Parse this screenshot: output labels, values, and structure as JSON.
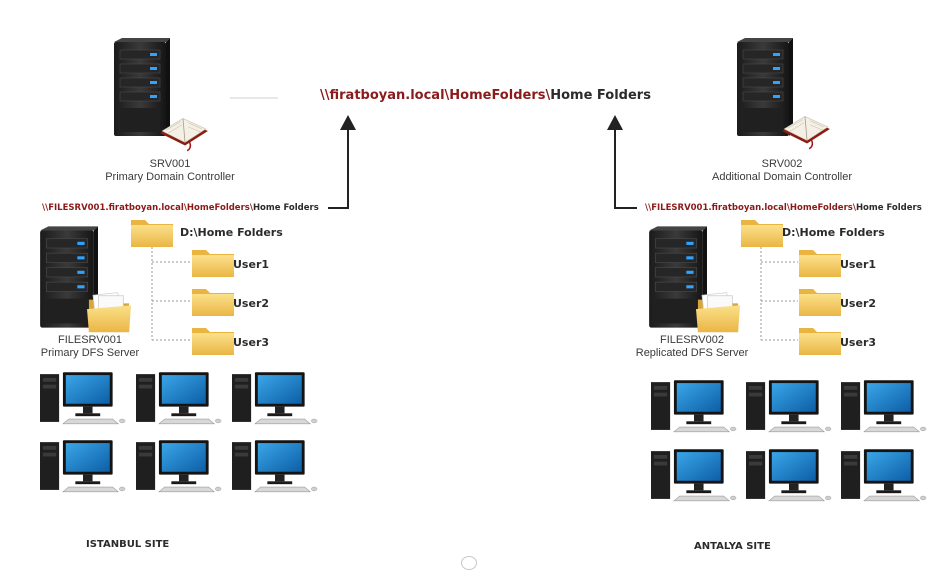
{
  "top_path": {
    "part1": "\\\\firatboyan.local\\HomeFolders\\",
    "part2": "Home Folders"
  },
  "srv001": {
    "name": "SRV001",
    "role": "Primary Domain Controller"
  },
  "srv002": {
    "name": "SRV002",
    "role": "Additional Domain Controller"
  },
  "left_share": {
    "part1": "\\\\FILESRV001.firatboyan.local\\HomeFolders\\",
    "part2": "Home Folders"
  },
  "right_share": {
    "part1": "\\\\FILESRV001.firatboyan.local\\HomeFolders\\",
    "part2": "Home Folders"
  },
  "filesrv001": {
    "name": "FILESRV001",
    "role": "Primary DFS Server"
  },
  "filesrv002": {
    "name": "FILESRV002",
    "role": "Replicated DFS Server"
  },
  "left_folders": {
    "root": "D:\\Home Folders",
    "users": [
      "User1",
      "User2",
      "User3"
    ]
  },
  "right_folders": {
    "root": "D:\\Home Folders",
    "users": [
      "User1",
      "User2",
      "User3"
    ]
  },
  "sites": {
    "left": "ISTANBUL SITE",
    "right": "ANTALYA SITE"
  },
  "colors": {
    "path_dark": "#8b1a1a",
    "server_body": "#2a2a2a",
    "monitor_screen": "#1e88d0",
    "folder": "#f3c55a"
  }
}
